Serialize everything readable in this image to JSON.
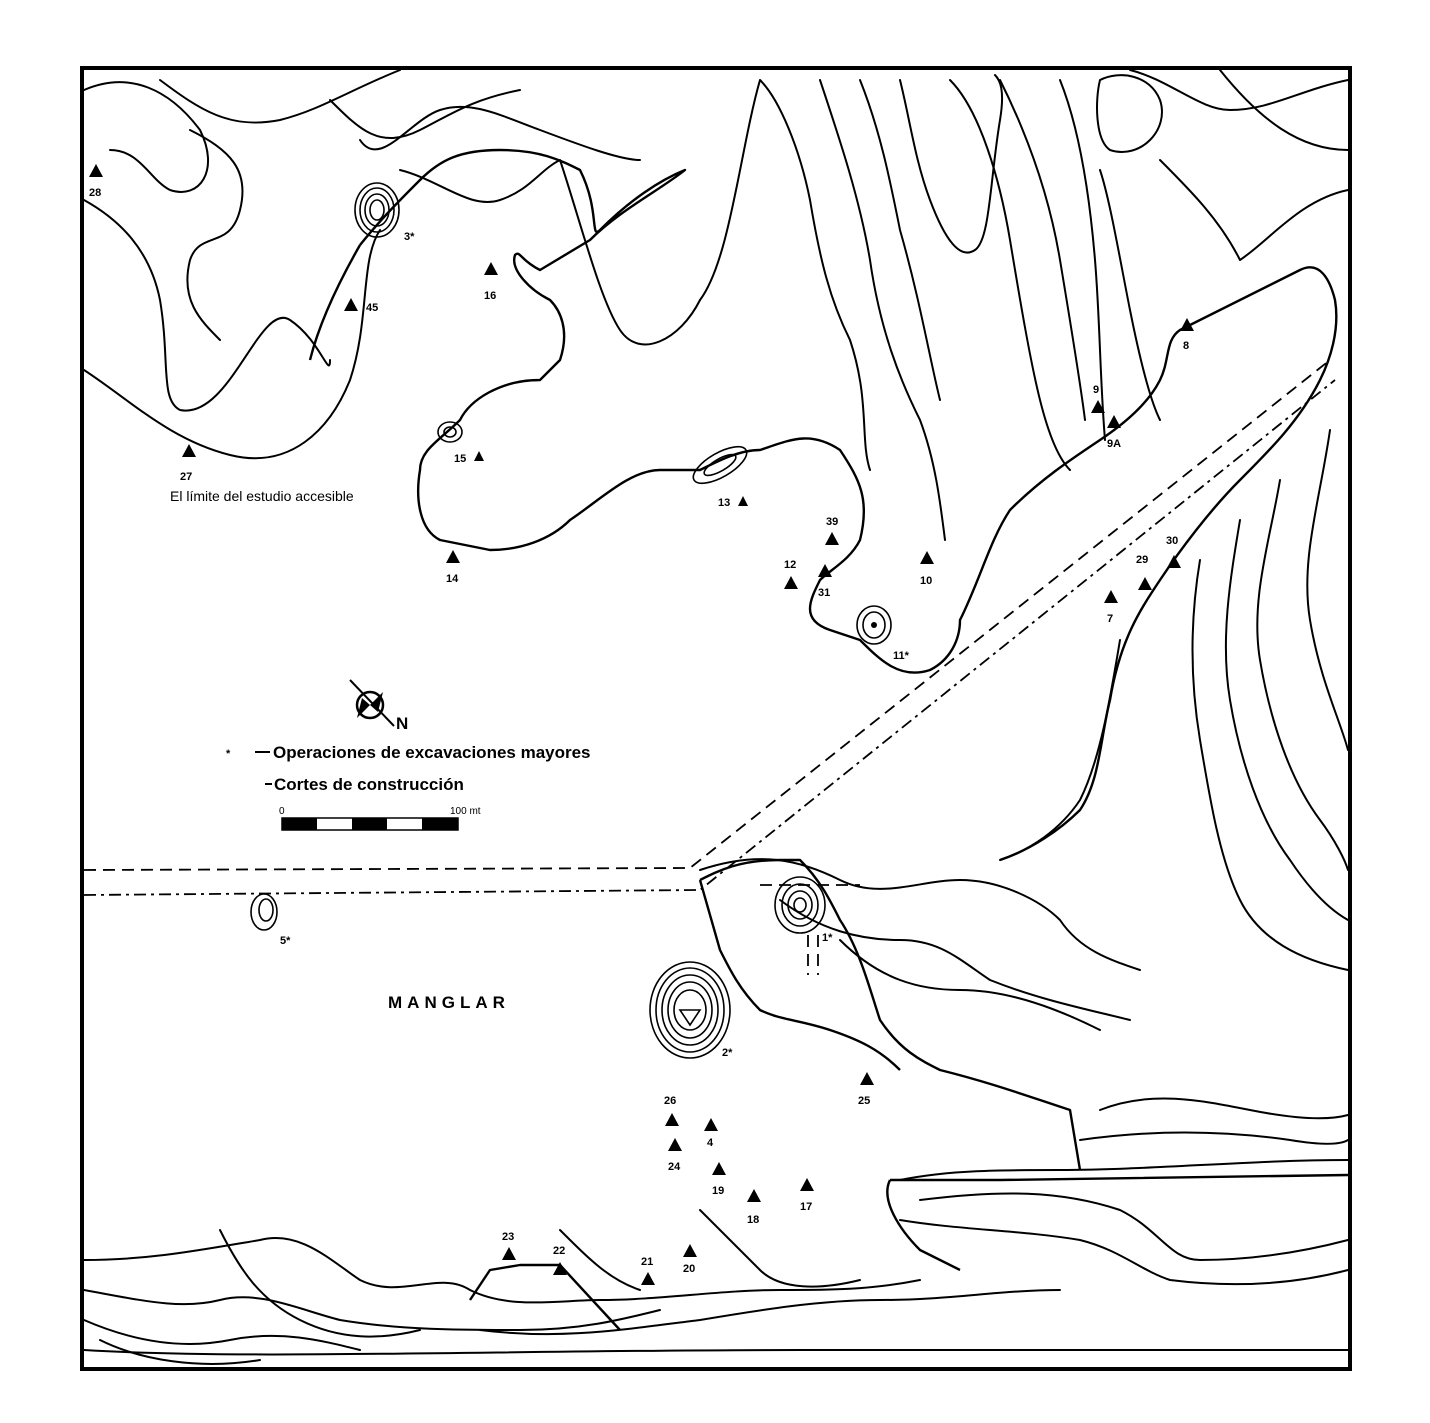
{
  "map": {
    "boundary_label": "El límite del estudio accesible",
    "place_label": "MANGLAR",
    "north_label": "N",
    "legend": {
      "asterisk_symbol": "*",
      "major_excavations": "Operaciones de excavaciones mayores",
      "construction_cuts": "Cortes de construcción"
    },
    "scale": {
      "start_label": "0",
      "end_label": "100 mt"
    },
    "sites": [
      {
        "label": "28",
        "icon": "triangle"
      },
      {
        "label": "3*",
        "icon": "asterisk"
      },
      {
        "label": "45",
        "icon": "triangle"
      },
      {
        "label": "16",
        "icon": "triangle"
      },
      {
        "label": "27",
        "icon": "triangle"
      },
      {
        "label": "15",
        "icon": "triangle"
      },
      {
        "label": "14",
        "icon": "triangle"
      },
      {
        "label": "13",
        "icon": "triangle"
      },
      {
        "label": "39",
        "icon": "triangle"
      },
      {
        "label": "12",
        "icon": "triangle"
      },
      {
        "label": "31",
        "icon": "triangle"
      },
      {
        "label": "10",
        "icon": "triangle"
      },
      {
        "label": "11*",
        "icon": "asterisk"
      },
      {
        "label": "8",
        "icon": "triangle"
      },
      {
        "label": "9",
        "icon": "triangle"
      },
      {
        "label": "9A",
        "icon": "triangle"
      },
      {
        "label": "29",
        "icon": "triangle"
      },
      {
        "label": "30",
        "icon": "triangle"
      },
      {
        "label": "7",
        "icon": "triangle"
      },
      {
        "label": "5*",
        "icon": "asterisk"
      },
      {
        "label": "1*",
        "icon": "asterisk"
      },
      {
        "label": "2*",
        "icon": "asterisk"
      },
      {
        "label": "25",
        "icon": "triangle"
      },
      {
        "label": "26",
        "icon": "triangle"
      },
      {
        "label": "4",
        "icon": "triangle"
      },
      {
        "label": "24",
        "icon": "triangle"
      },
      {
        "label": "19",
        "icon": "triangle"
      },
      {
        "label": "18",
        "icon": "triangle"
      },
      {
        "label": "17",
        "icon": "triangle"
      },
      {
        "label": "23",
        "icon": "triangle"
      },
      {
        "label": "22",
        "icon": "triangle"
      },
      {
        "label": "21",
        "icon": "triangle"
      },
      {
        "label": "20",
        "icon": "triangle"
      }
    ]
  }
}
